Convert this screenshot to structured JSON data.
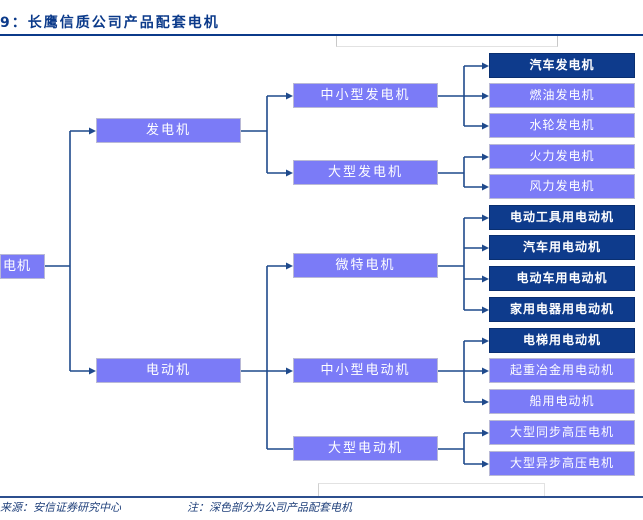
{
  "title": "9：长鹰信质公司产品配套电机",
  "root": {
    "label": "电机"
  },
  "level1": [
    {
      "label": "发电机"
    },
    {
      "label": "电动机"
    }
  ],
  "level2": [
    {
      "label": "中小型发电机",
      "parent": "发电机"
    },
    {
      "label": "大型发电机",
      "parent": "发电机"
    },
    {
      "label": "微特电机",
      "parent": "电动机"
    },
    {
      "label": "中小型电动机",
      "parent": "电动机"
    },
    {
      "label": "大型电动机",
      "parent": "电动机"
    }
  ],
  "leaves": [
    {
      "label": "汽车发电机",
      "parent": "中小型发电机",
      "company_product": true
    },
    {
      "label": "燃油发电机",
      "parent": "中小型发电机",
      "company_product": false
    },
    {
      "label": "水轮发电机",
      "parent": "中小型发电机",
      "company_product": false
    },
    {
      "label": "火力发电机",
      "parent": "大型发电机",
      "company_product": false
    },
    {
      "label": "风力发电机",
      "parent": "大型发电机",
      "company_product": false
    },
    {
      "label": "电动工具用电动机",
      "parent": "微特电机",
      "company_product": true
    },
    {
      "label": "汽车用电动机",
      "parent": "微特电机",
      "company_product": true
    },
    {
      "label": "电动车用电动机",
      "parent": "微特电机",
      "company_product": true
    },
    {
      "label": "家用电器用电动机",
      "parent": "微特电机",
      "company_product": true
    },
    {
      "label": "电梯用电动机",
      "parent": "中小型电动机",
      "company_product": true
    },
    {
      "label": "起重冶金用电动机",
      "parent": "中小型电动机",
      "company_product": false
    },
    {
      "label": "船用电动机",
      "parent": "中小型电动机",
      "company_product": false
    },
    {
      "label": "大型同步高压电机",
      "parent": "大型电动机",
      "company_product": false
    },
    {
      "label": "大型异步高压电机",
      "parent": "大型电动机",
      "company_product": false
    }
  ],
  "footer": {
    "source": "来源：安信证券研究中心",
    "note": "注：深色部分为公司产品配套电机"
  },
  "colors": {
    "dark_box": "#0e3b8c",
    "light_box": "#7b7bf7",
    "connector": "#1f4a8c",
    "title": "#0b3a8a"
  }
}
